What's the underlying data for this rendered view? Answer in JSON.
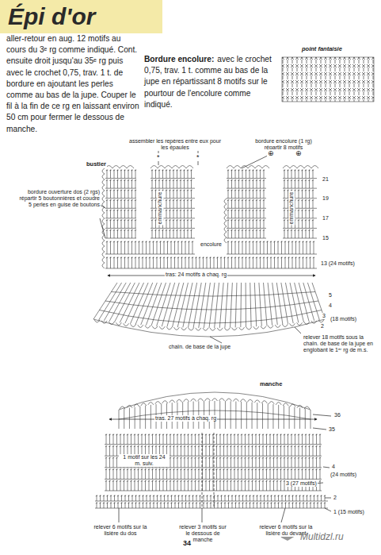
{
  "diagram": {
    "title": "Épi d'or",
    "labels": [
      "aller-retour en aug. 12 motifs au cours du 3ᵉ rg comme indiqué. Cont. ensuite droit jusqu'au 35ᵉ rg puis avec le crochet 0,75, trav. 1 t. de bordure en ajoutant les perles comme au bas de la jupe. Couper le fil à la fin de ce rg en laissant environ 50 cm pour fermer le dessous de manche.",
      "Bordure encolure:",
      "avec le crochet 0,75, trav. 1 t. comme au bas de la jupe en répartissant 8 motifs sur le pourtour de l'encolure comme indiqué.",
      "point fantaisie",
      "bustier",
      "assembler les repères entre eux pour les épaules",
      "*",
      "*",
      "bordure encolure (1 rg) répartir 8 motifs",
      "⊕",
      "⊕",
      "bordure ouverture dos (2 rgs) répartir 5 boutonnières et coudre 5 perles en guise de boutons",
      "emmanchure",
      "emmanchure",
      "encolure",
      "21",
      "19",
      "17",
      "15",
      "13 (24 motifs)",
      "tras: 24 motifs à chaq. rg",
      "5",
      "4",
      "3",
      "(18 motifs)",
      "2",
      "chaîn. de base de la jupe",
      "relever 18 motifs sous la chaîn. de base de la jupe en englobant le 1ᵉʳ rg de m.s.",
      "manche",
      "36",
      "35",
      "tras. 27 motifs à chaq. rg",
      "4",
      "(24 motifs)",
      "3 (27 motifs)",
      "1 motif sur les 24 m. suiv.",
      "2",
      "1 (15 motifs)",
      "relever 6 motifs sur la lisière du dos",
      "relever 3 motifs sur le dessous de manche",
      "relever 6 motifs sur la lisière du devant",
      "34",
      "Multidzl.ru"
    ]
  }
}
